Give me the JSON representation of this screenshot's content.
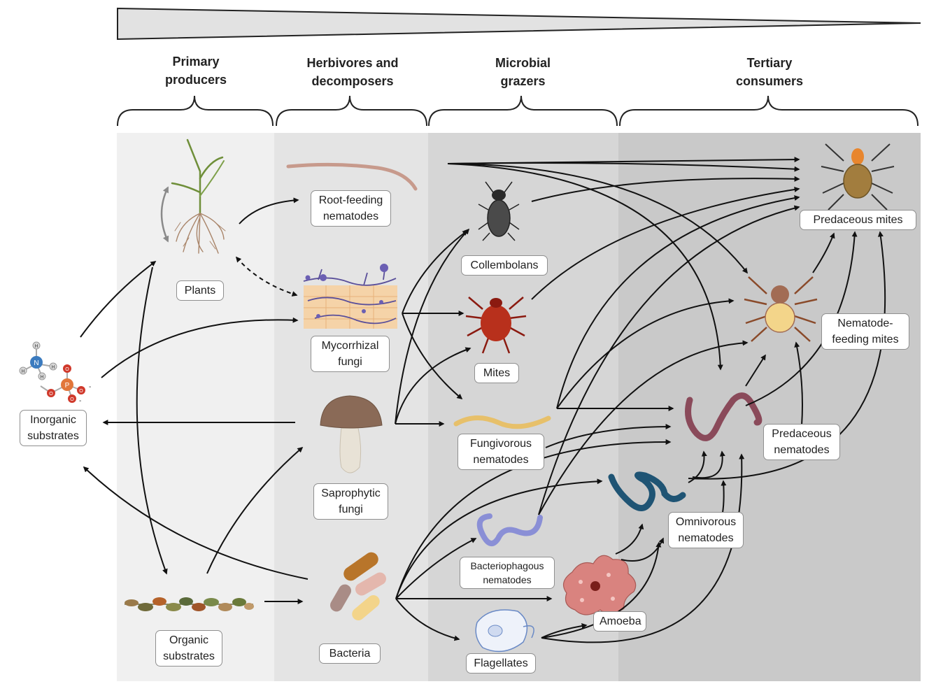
{
  "headers": {
    "primary": [
      "Primary",
      "producers"
    ],
    "herbivores": [
      "Herbivores and",
      "decomposers"
    ],
    "grazers": [
      "Microbial",
      "grazers"
    ],
    "tertiary": [
      "Tertiary",
      "consumers"
    ]
  },
  "nodes": {
    "plants": "Plants",
    "root_feeding": [
      "Root-feeding",
      "nematodes"
    ],
    "mycorrhizal": [
      "Mycorrhizal",
      "fungi"
    ],
    "inorganic": [
      "Inorganic",
      "substrates"
    ],
    "saprophytic": [
      "Saprophytic",
      "fungi"
    ],
    "organic": [
      "Organic",
      "substrates"
    ],
    "bacteria": "Bacteria",
    "collembolans": "Collembolans",
    "mites": "Mites",
    "fungivorous": [
      "Fungivorous",
      "nematodes"
    ],
    "bacteriophagous": [
      "Bacteriophagous",
      "nematodes"
    ],
    "flagellates": "Flagellates",
    "amoeba": "Amoeba",
    "omnivorous": [
      "Omnivorous",
      "nematodes"
    ],
    "predaceous_nematodes": [
      "Predaceous",
      "nematodes"
    ],
    "nematode_feeding_mites": [
      "Nematode-",
      "feeding mites"
    ],
    "predaceous_mites": "Predaceous mites"
  },
  "molecule_atoms": {
    "nitrogen": "N",
    "hydrogen": "H",
    "phosphorus": "P",
    "oxygen": "O",
    "charge": "-"
  },
  "colors": {
    "band_primary": "#f0f0f0",
    "band_herbivores": "#e4e4e4",
    "band_grazers": "#d6d6d6",
    "band_tertiary": "#c9c9c9",
    "arrow": "#111111"
  }
}
